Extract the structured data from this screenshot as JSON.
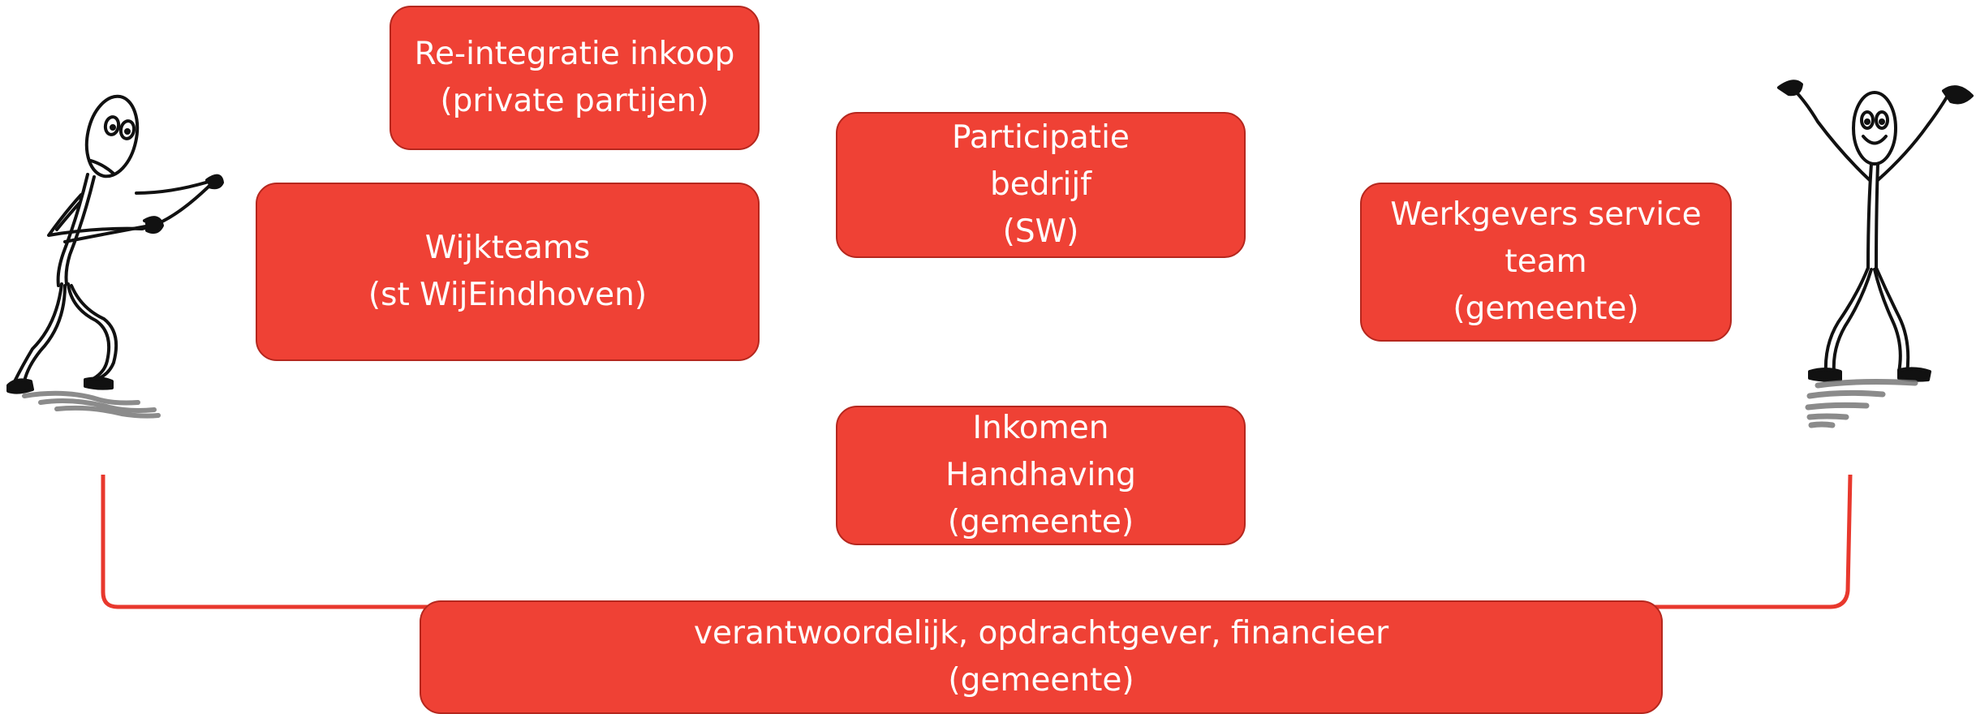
{
  "boxes": {
    "reintegratie": {
      "line1": "Re-integratie inkoop",
      "line2": "(private partijen)"
    },
    "wijkteams": {
      "line1": "Wijkteams",
      "line2": "(st WijEindhoven)"
    },
    "participatie": {
      "line1": "Participatie",
      "line2": "bedrijf",
      "line3": "(SW)"
    },
    "werkgevers": {
      "line1": "Werkgevers service",
      "line2": "team",
      "line3": "(gemeente)"
    },
    "inkomen": {
      "line1": "Inkomen",
      "line2": "Handhaving",
      "line3": "(gemeente)"
    },
    "bottom": {
      "line1": "verantwoordelijk, opdrachtgever, financieer",
      "line2": "(gemeente)"
    }
  },
  "colors": {
    "box_fill": "#ef4135",
    "box_border": "#b5271e",
    "bracket": "#e8382d",
    "box_text": "#ffffff"
  },
  "figures": {
    "left": "sad-stick-figure-icon",
    "right": "happy-stick-figure-icon"
  }
}
